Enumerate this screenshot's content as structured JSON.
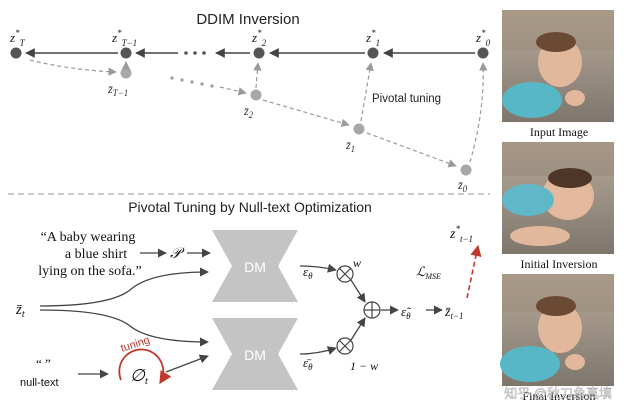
{
  "top": {
    "title": "DDIM Inversion",
    "z_star_nodes": [
      "z*_T",
      "z*_{T-1}",
      "z*_2",
      "z*_1",
      "z*_0"
    ],
    "z_bar_nodes": [
      "z̄_{T-1}",
      "z̄_2",
      "z̄_1",
      "z̄_0"
    ],
    "pivotal_label": "Pivotal tuning"
  },
  "bottom": {
    "title": "Pivotal Tuning by Null-text Optimization",
    "prompt_lines": [
      "“A baby wearing",
      "a blue shirt",
      "lying on the sofa.”"
    ],
    "calligraphic_P": "𝒫",
    "z_bar_t": "z̄_t",
    "null_quotes": "“ ”",
    "null_text_label": "null-text",
    "tuning_label": "tuning",
    "empty_set_t": "∅_t",
    "dm_label_1": "DM",
    "dm_label_2": "DM",
    "eps_1": "ε_θ",
    "eps_2": "ε̄_θ",
    "w": "w",
    "one_minus_w": "1 − w",
    "eps_tilde": "ε̃_θ",
    "z_bar_t_minus_1": "z̄_{t−1}",
    "z_star_t_minus_1": "z*_{t−1}",
    "loss": "ℒ_MSE"
  },
  "images": [
    {
      "caption": "Input Image"
    },
    {
      "caption": "Initial Inversion"
    },
    {
      "caption": "Final Inversion"
    }
  ],
  "watermark": "知乎 @秋刀鱼真填",
  "colors": {
    "node": "#555555",
    "node_light": "#a8a8a8",
    "arrow": "#444444",
    "dashed": "#9a9a9a",
    "dm_block": "#c4c4c4",
    "red": "#c0392b"
  }
}
